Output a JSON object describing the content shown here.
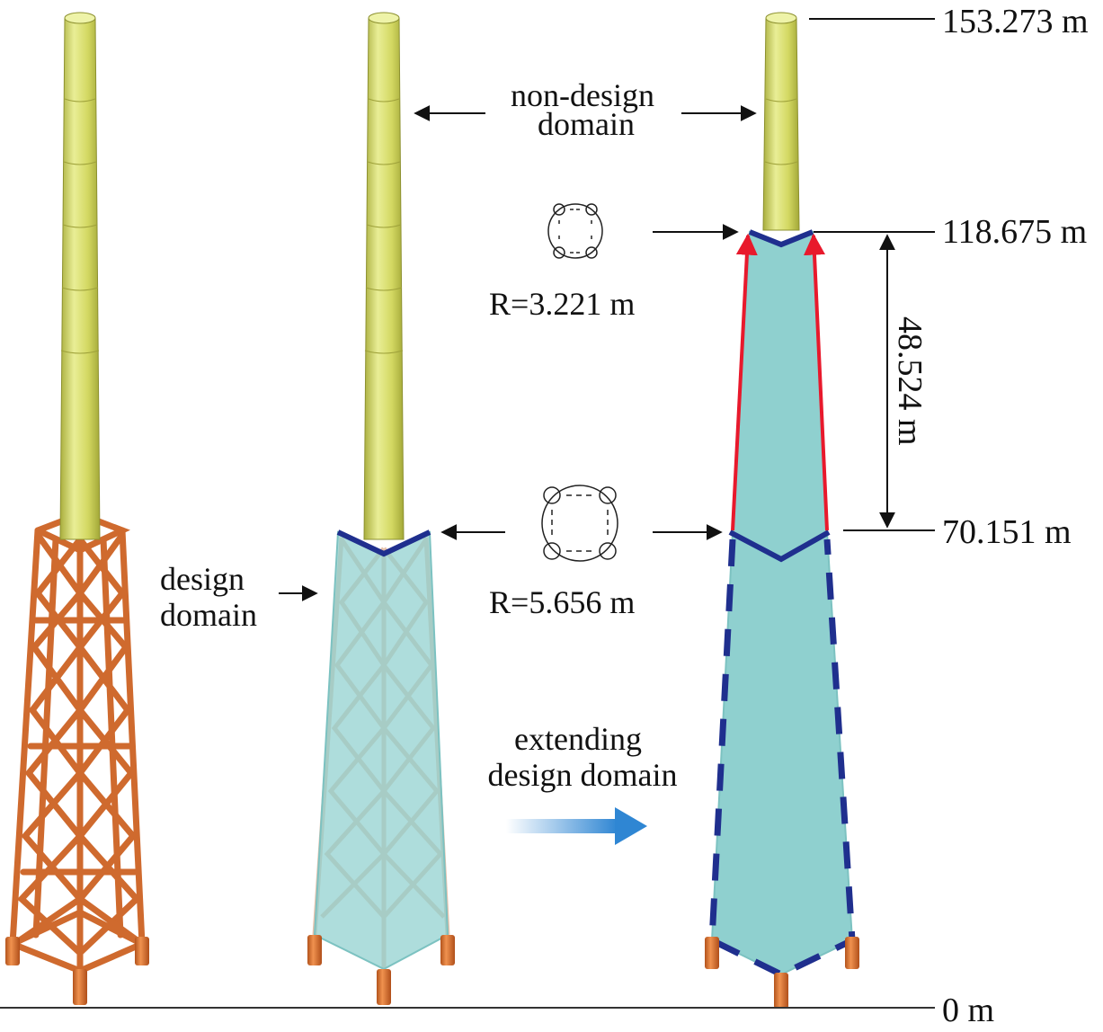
{
  "elevation_labels": {
    "top": "153.273 m",
    "upper": "118.675 m",
    "lower": "70.151 m",
    "ground": "0 m"
  },
  "span_label": "48.524 m",
  "non_design_domain_label": [
    "non-design",
    "domain"
  ],
  "design_domain_label": [
    "design",
    "domain"
  ],
  "section_upper_radius": "R=3.221 m",
  "section_lower_radius": "R=5.656 m",
  "extending_label": [
    "extending",
    "design domain"
  ],
  "colors": {
    "tower": "#d6dc6e",
    "jacket": "#cf6a2e",
    "design_domain_fill": "#8fd0cf",
    "boundary": "#1f2f8e",
    "expansion_arrow": "#e8192c",
    "extend_arrow": "#3a8fd6"
  }
}
